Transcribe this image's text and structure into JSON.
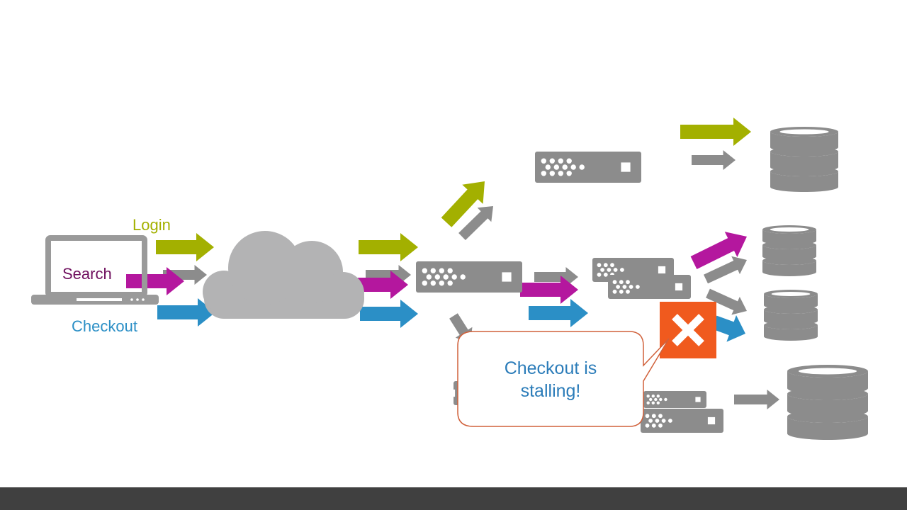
{
  "labels": {
    "login": "Login",
    "search": "Search",
    "checkout": "Checkout"
  },
  "callout": {
    "text_line1": "Checkout is",
    "text_line2": "stalling!"
  },
  "icons": {
    "client": "laptop-icon",
    "network": "cloud-icon",
    "server": "server-rack-icon",
    "database": "database-icon",
    "failure": "error-x-icon"
  },
  "colors": {
    "login": "#a3b000",
    "search": "#b4179e",
    "checkout": "#2b8fc6",
    "neutral": "#8c8c8c",
    "cloud": "#b3b3b4",
    "error": "#f05a1e",
    "callout_border": "#d0603a",
    "search_text": "#6f0f5e",
    "footer": "#404040"
  }
}
